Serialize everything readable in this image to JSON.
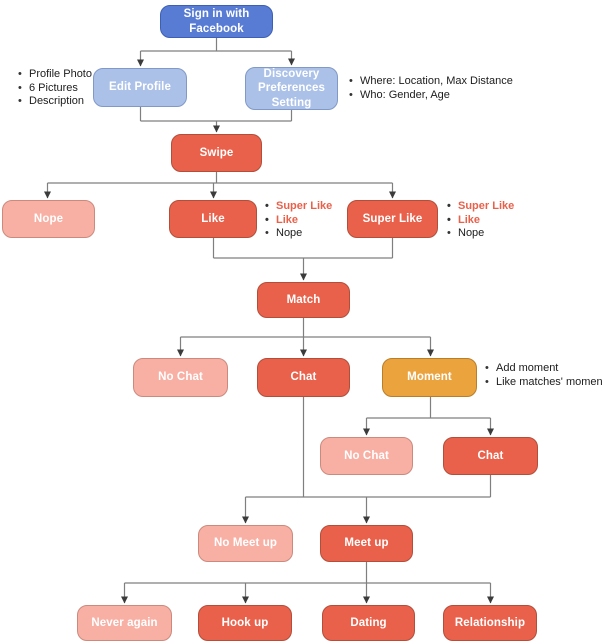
{
  "colors": {
    "primary_blue": "#587CD4",
    "light_blue": "#ABC1E8",
    "accent_orange": "#E9614B",
    "light_pink": "#F8B0A4",
    "amber": "#EBA33D",
    "note_highlight_orange": "#E9614B",
    "connector_gray": "#7F7F7F"
  },
  "nodes": {
    "sign_in": {
      "label": "Sign in with Facebook"
    },
    "edit_profile": {
      "label": "Edit Profile"
    },
    "discovery": {
      "label": "Discovery Preferences Setting"
    },
    "swipe": {
      "label": "Swipe"
    },
    "nope": {
      "label": "Nope"
    },
    "like": {
      "label": "Like"
    },
    "super_like": {
      "label": "Super Like"
    },
    "match": {
      "label": "Match"
    },
    "no_chat_1": {
      "label": "No Chat"
    },
    "chat_1": {
      "label": "Chat"
    },
    "moment": {
      "label": "Moment"
    },
    "no_chat_2": {
      "label": "No Chat"
    },
    "chat_2": {
      "label": "Chat"
    },
    "no_meet_up": {
      "label": "No Meet up"
    },
    "meet_up": {
      "label": "Meet up"
    },
    "never_again": {
      "label": "Never again"
    },
    "hook_up": {
      "label": "Hook up"
    },
    "dating": {
      "label": "Dating"
    },
    "relationship": {
      "label": "Relationship"
    }
  },
  "notes": {
    "profile": {
      "items": [
        "Profile Photo",
        "6 Pictures",
        "Description"
      ]
    },
    "discovery_prefs": {
      "items": [
        "Where: Location, Max Distance",
        "Who: Gender, Age"
      ]
    },
    "like_actions": {
      "items": [
        "Super Like",
        "Like",
        "Nope"
      ]
    },
    "super_like_actions": {
      "items": [
        "Super Like",
        "Like",
        "Nope"
      ]
    },
    "moment_actions": {
      "items": [
        "Add moment",
        "Like matches' moment"
      ]
    }
  }
}
